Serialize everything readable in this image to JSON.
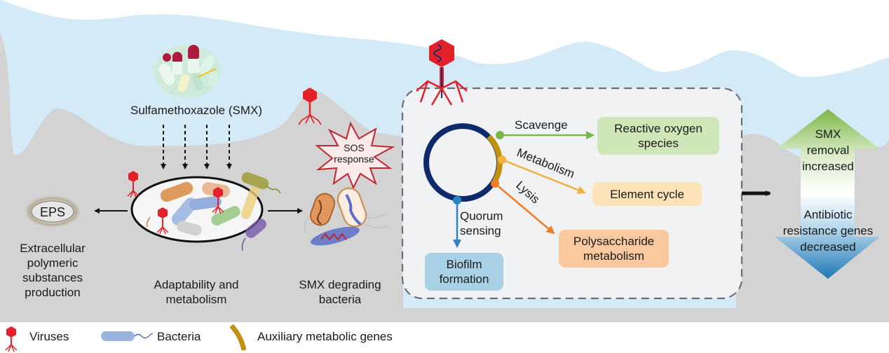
{
  "colors": {
    "water": "#d4eaf7",
    "ground": "#d3d3d3",
    "panel": "#f1f2f4",
    "virus": "#e4202a",
    "genome_ring": "#0e2a6b",
    "amg": "#c1900f",
    "scavenge": "#7ab648",
    "metabolism": "#f2b13c",
    "lysis": "#f07d22",
    "quorum": "#2a86c2",
    "ros_box": "#cfe6b8",
    "element_box": "#fde3b8",
    "poly_box": "#fbc9a0",
    "biofilm_box": "#a9d1e6"
  },
  "smx": {
    "label": "Sulfamethoxazole (SMX)",
    "icon": "pills-icon"
  },
  "eps": {
    "badge": "EPS",
    "caption": [
      "Extracellular",
      "polymeric",
      "substances",
      "production"
    ]
  },
  "community": {
    "caption": [
      "Adaptability and",
      "metabolism"
    ]
  },
  "sos": {
    "label": [
      "SOS",
      "response"
    ]
  },
  "degraders": {
    "caption": [
      "SMX degrading",
      "bacteria"
    ]
  },
  "pathways": {
    "scavenge": "Scavenge",
    "metabolism": "Metabolism",
    "lysis": "Lysis",
    "quorum": [
      "Quorum",
      "sensing"
    ]
  },
  "outcomes": {
    "ros": [
      "Reactive oxygen",
      "species"
    ],
    "element": "Element cycle",
    "poly": [
      "Polysaccharide",
      "metabolism"
    ],
    "biofilm": [
      "Biofilm",
      "formation"
    ]
  },
  "result": {
    "up": [
      "SMX",
      "removal",
      "increased"
    ],
    "down": [
      "Antibiotic",
      "resistance genes",
      "decreased"
    ]
  },
  "legend": [
    {
      "icon": "virus-icon",
      "label": "Viruses"
    },
    {
      "icon": "bacteria-icon",
      "label": "Bacteria"
    },
    {
      "icon": "auxiliary-gene-arc-icon",
      "label": "Auxiliary metabolic genes"
    }
  ]
}
